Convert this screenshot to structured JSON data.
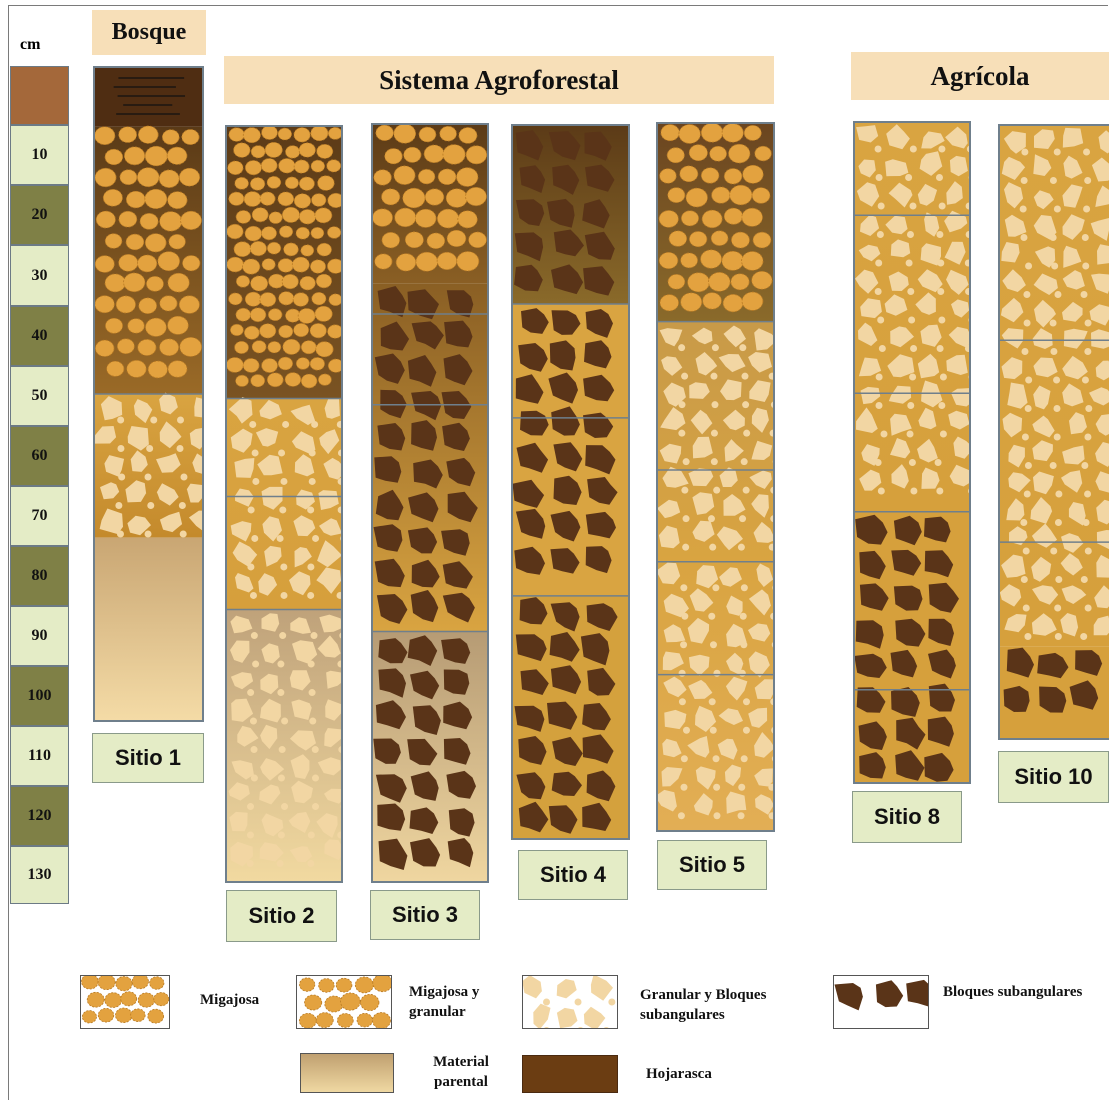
{
  "unit_label": "cm",
  "scale": [
    "10",
    "20",
    "30",
    "40",
    "50",
    "60",
    "70",
    "80",
    "90",
    "100",
    "110",
    "120",
    "130"
  ],
  "headers": {
    "bosque": "Bosque",
    "agroforestal": "Sistema Agroforestal",
    "agricola": "Agrícola"
  },
  "sites": [
    {
      "id": "s1",
      "label": "Sitio 1"
    },
    {
      "id": "s2",
      "label": "Sitio 2"
    },
    {
      "id": "s3",
      "label": "Sitio 3"
    },
    {
      "id": "s4",
      "label": "Sitio 4"
    },
    {
      "id": "s5",
      "label": "Sitio 5"
    },
    {
      "id": "s8",
      "label": "Sitio 8"
    },
    {
      "id": "s10",
      "label": "Sitio 10"
    }
  ],
  "legend": {
    "migajosa": "Migajosa",
    "migajosa_granular": "Migajosa y granular",
    "granular_bloques": "Granular y Bloques subangulares",
    "bloques": "Bloques subangulares",
    "material_parental": "Material parental",
    "hojarasca": "Hojarasca"
  },
  "colors": {
    "dark_brown": "#6b4520",
    "mid_brown": "#9a6a27",
    "golden": "#d9a441",
    "light_sand": "#f1d9a0",
    "crumb": "#e3a23f",
    "granule": "#f2d6a3",
    "block": "#5a3418",
    "header_bg": "#f7dfb8",
    "label_bg": "#e4ecc6",
    "scale_light": "#e4ecc6",
    "scale_dark": "#7f8046"
  }
}
